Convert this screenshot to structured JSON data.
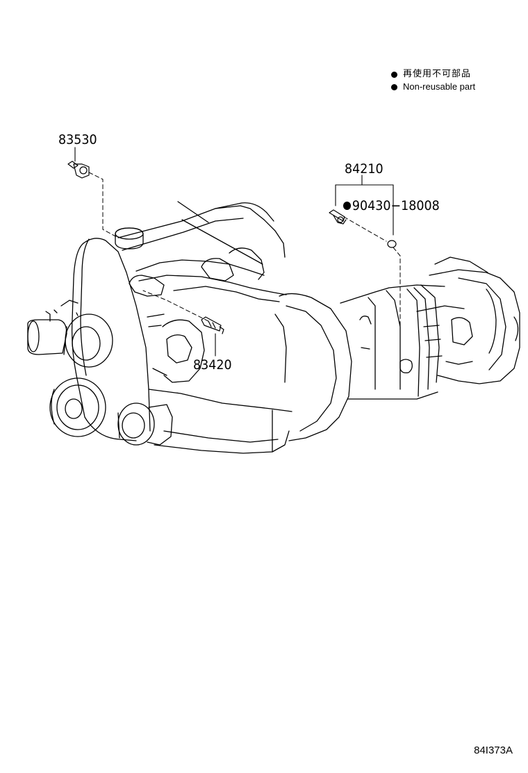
{
  "legend": {
    "items": [
      {
        "text_ja": "再使用不可部品"
      },
      {
        "text_en": "Non-reusable part"
      }
    ]
  },
  "parts": {
    "p83530": "83530",
    "p84210": "84210",
    "p90430": "90430−18008",
    "p83420": "83420"
  },
  "footer": {
    "ref_code": "84I373A"
  }
}
